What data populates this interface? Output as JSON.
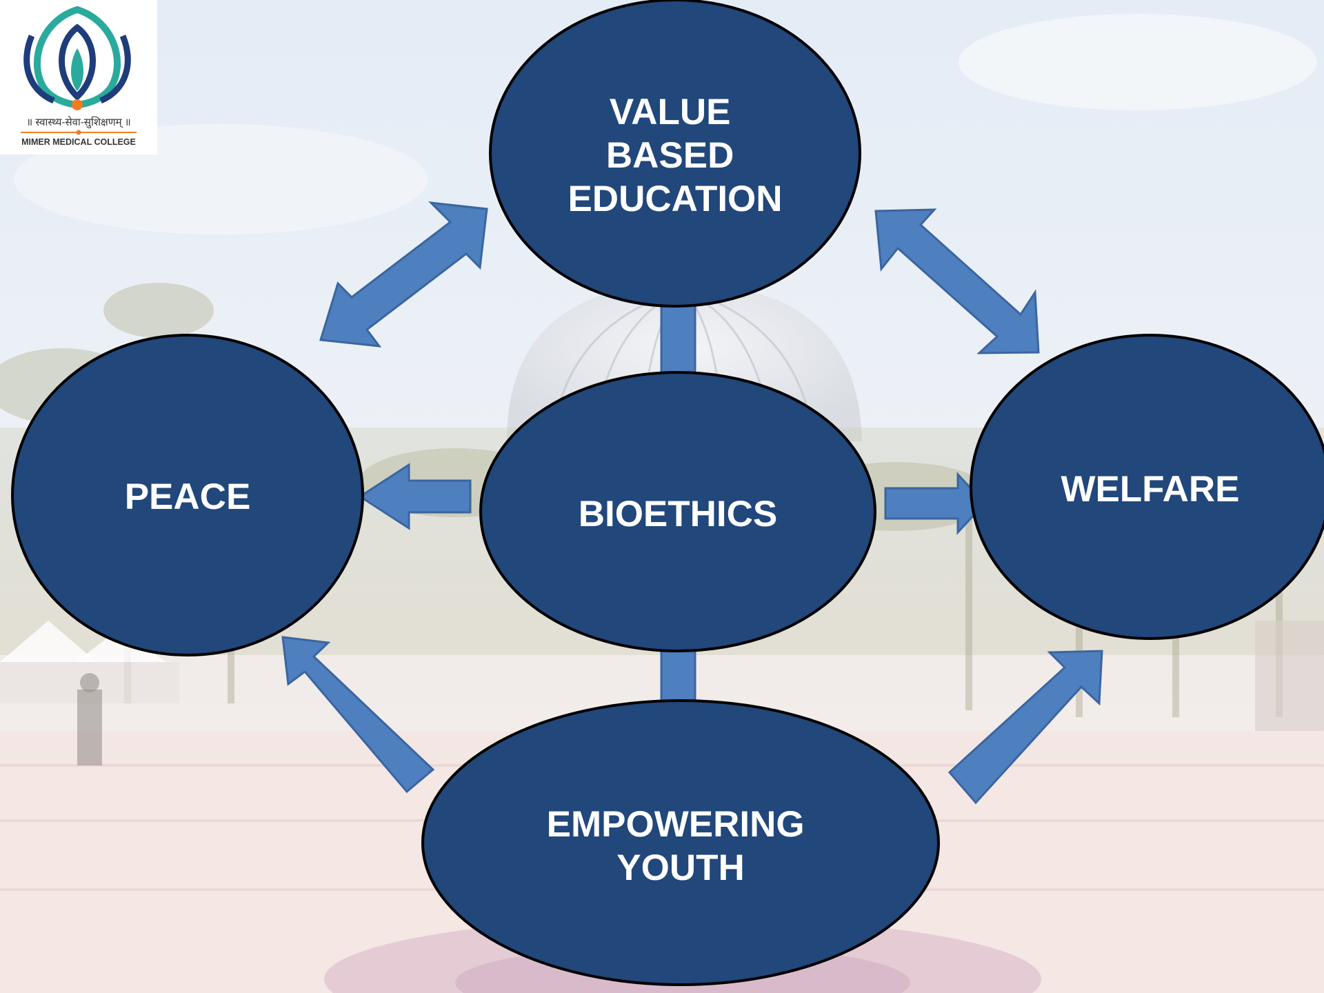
{
  "logo": {
    "motto": "॥ स्वास्थ्य-सेवा-सुशिक्षणम् ॥",
    "institution": "MIMER MEDICAL COLLEGE"
  },
  "nodes": {
    "value_based_education": {
      "lines": [
        "VALUE",
        "BASED",
        "EDUCATION"
      ]
    },
    "peace": {
      "lines": [
        "PEACE"
      ]
    },
    "bioethics": {
      "lines": [
        "BIOETHICS"
      ]
    },
    "welfare": {
      "lines": [
        "WELFARE"
      ]
    },
    "empowering_youth": {
      "lines": [
        "EMPOWERING",
        "YOUTH"
      ]
    }
  },
  "colors": {
    "node_fill": "#21477b",
    "node_stroke": "#000000",
    "arrow_fill": "#4e7fbe",
    "arrow_stroke": "#3a65a0",
    "logo_teal": "#2aaa9c",
    "logo_navy": "#1f3d7a",
    "logo_orange": "#f07d22"
  },
  "connectors": [
    {
      "from": "value_based_education",
      "to": "peace",
      "style": "double-arrow"
    },
    {
      "from": "value_based_education",
      "to": "welfare",
      "style": "double-arrow"
    },
    {
      "from": "value_based_education",
      "to": "bioethics",
      "style": "double-arrow"
    },
    {
      "from": "bioethics",
      "to": "empowering_youth",
      "style": "double-arrow"
    },
    {
      "from": "bioethics",
      "to": "peace",
      "style": "arrow"
    },
    {
      "from": "bioethics",
      "to": "welfare",
      "style": "arrow"
    },
    {
      "from": "empowering_youth",
      "to": "peace",
      "style": "arrow"
    },
    {
      "from": "empowering_youth",
      "to": "welfare",
      "style": "arrow"
    }
  ]
}
